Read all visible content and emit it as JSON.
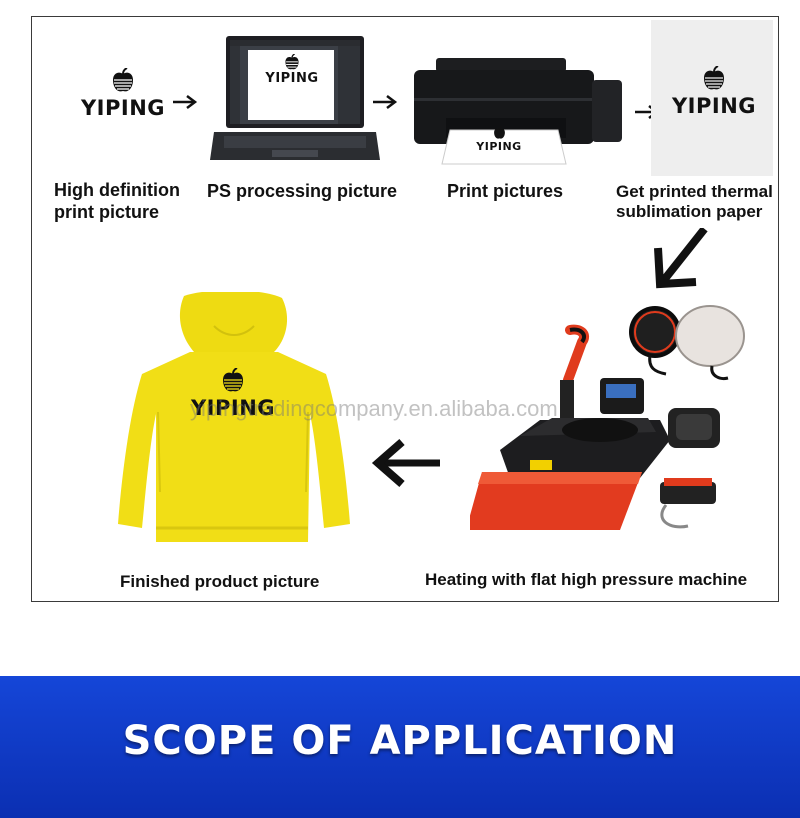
{
  "brand": {
    "logo_text": "YIPING"
  },
  "steps": [
    {
      "label_line1": "High definition",
      "label_line2": "print picture"
    },
    {
      "label": "PS processing picture"
    },
    {
      "label": "Print pictures"
    },
    {
      "label_line1": "Get printed thermal",
      "label_line2": "sublimation paper"
    },
    {
      "label": "Heating with flat high pressure machine"
    },
    {
      "label": "Finished product picture"
    }
  ],
  "watermark": "yipingtradingcompany.en.alibaba.com",
  "banner": {
    "title": "SCOPE OF APPLICATION"
  },
  "colors": {
    "banner_blue": "#1546d8",
    "hoodie_yellow": "#f1de16",
    "press_red": "#e23b1f"
  },
  "icons": [
    "apple-logo-icon",
    "right-arrow-icon",
    "down-left-arrow-icon",
    "left-arrow-icon",
    "laptop-icon",
    "printer-icon",
    "heat-press-icon",
    "hoodie-icon"
  ]
}
